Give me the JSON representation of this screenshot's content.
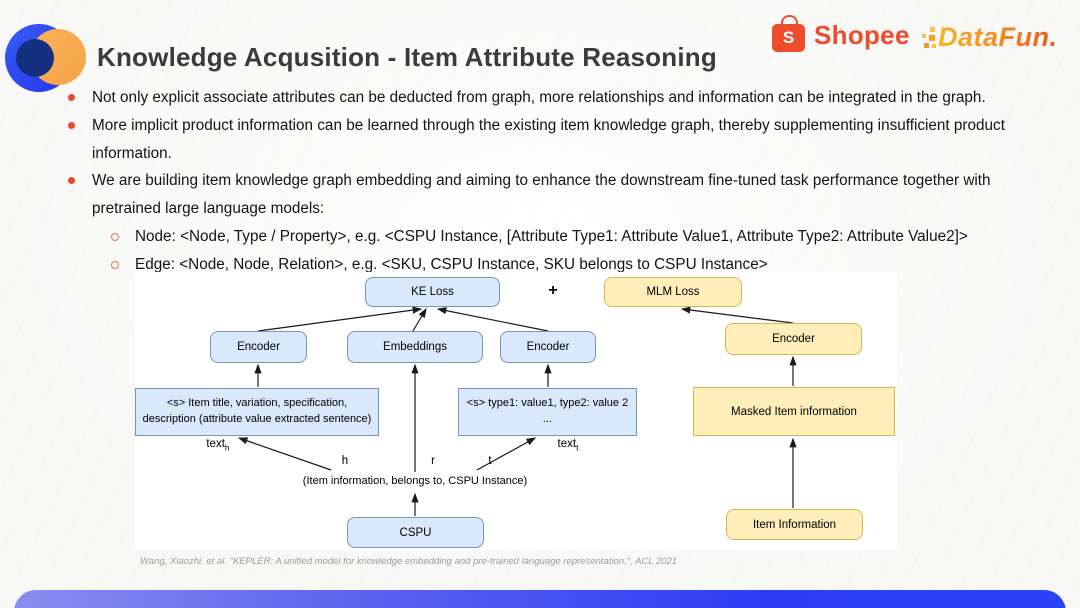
{
  "header": {
    "title": "Knowledge Acqusition - Item Attribute Reasoning",
    "logos": {
      "shopee_text": "Shopee",
      "shopee_bag_letter": "S",
      "datafun_text": "DataFun."
    }
  },
  "bullets": [
    {
      "level": 1,
      "text": "Not only explicit associate attributes can be deducted from graph, more relationships and information can be integrated in the graph."
    },
    {
      "level": 1,
      "text": "More implicit product information can be learned through the existing item knowledge graph, thereby supplementing insufficient product information."
    },
    {
      "level": 1,
      "text": "We are building item knowledge graph embedding and aiming to enhance the downstream fine-tuned task performance together with pretrained large language models:"
    },
    {
      "level": 2,
      "text": "Node: <Node, Type / Property>, e.g. <CSPU Instance, [Attribute Type1: Attribute Value1, Attribute Type2: Attribute Value2]>"
    },
    {
      "level": 2,
      "text": "Edge: <Node, Node, Relation>, e.g. <SKU, CSPU Instance, SKU belongs to CSPU Instance>"
    }
  ],
  "diagram": {
    "ke_loss": "KE Loss",
    "plus": "+",
    "mlm_loss": "MLM Loss",
    "encoder_left": "Encoder",
    "embeddings": "Embeddings",
    "encoder_right": "Encoder",
    "encoder_mlm": "Encoder",
    "input_left_line1": "<s> Item title, variation, specification,",
    "input_left_line2": "description (attribute value extracted sentence)",
    "input_right_line1": "<s> type1: value1, type2: value 2",
    "input_right_line2": "...",
    "masked_item": "Masked Item information",
    "cspu": "CSPU",
    "item_information": "Item Information",
    "text_h": {
      "base": "text",
      "sub": "h"
    },
    "text_t": {
      "base": "text",
      "sub": "t"
    },
    "label_h": "h",
    "label_r": "r",
    "label_t": "t",
    "triple_text": "(Item information, belongs to, CSPU Instance)"
  },
  "citation": "Wang, Xiaozhi, et al. \"KEPLER: A unified model for knowledge embedding and pre-trained language representation.\", ACL 2021",
  "colors": {
    "blue_box_fill": "#dae8fc",
    "blue_box_border": "#7593bf",
    "yellow_box_fill": "#ffeeba",
    "yellow_box_border": "#d6b656",
    "shopee_orange": "#ee4d2d",
    "datafun_gradient_start": "#f7b32b",
    "datafun_gradient_end": "#e9571f",
    "bullet_dot": "#e64a2b",
    "title_text": "#3b3b3b",
    "footer_bar_left": "#8a8ef0",
    "footer_bar_right": "#2a42f8"
  }
}
